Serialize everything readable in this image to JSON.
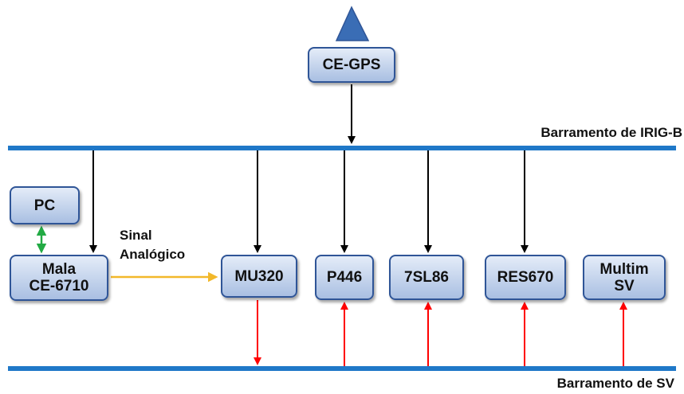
{
  "nodes": {
    "ce_gps": "CE-GPS",
    "pc": "PC",
    "mala": [
      "Mala",
      "CE-6710"
    ],
    "mu320": "MU320",
    "p446": "P446",
    "sl86": "7SL86",
    "res670": "RES670",
    "multim": [
      "Multim",
      "SV"
    ]
  },
  "labels": {
    "irig_bus": "Barramento de IRIG-B",
    "sv_bus": "Barramento de SV",
    "analog": [
      "Sinal",
      "Analógico"
    ]
  },
  "colors": {
    "bus": "#1f78c8",
    "sync_arrow": "#000000",
    "sv_arrow": "#ff0000",
    "analog_arrow": "#f2b82a",
    "pc_link": "#22aa44",
    "box_border": "#2f5597",
    "antenna": "#3a6db5"
  }
}
